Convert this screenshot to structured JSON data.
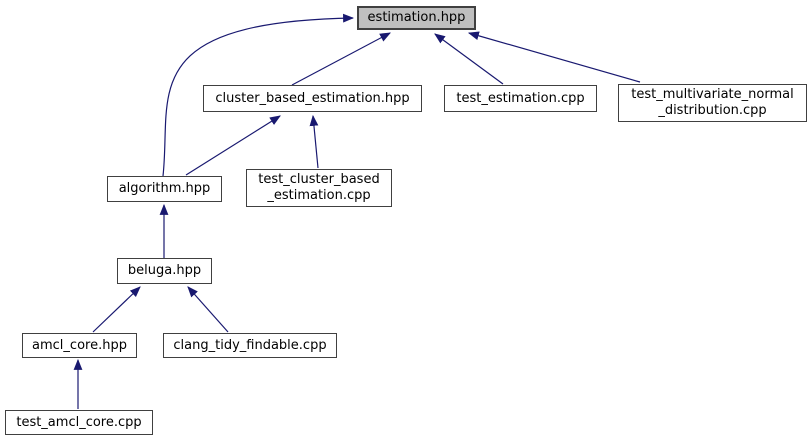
{
  "diagram": {
    "type": "include-dependency-graph",
    "nodes": [
      {
        "id": "estimation.hpp",
        "lines": [
          "estimation.hpp"
        ],
        "highlighted": true
      },
      {
        "id": "cluster_based_estimation.hpp",
        "lines": [
          "cluster_based_estimation.hpp"
        ],
        "highlighted": false
      },
      {
        "id": "test_estimation.cpp",
        "lines": [
          "test_estimation.cpp"
        ],
        "highlighted": false
      },
      {
        "id": "test_multivariate_normal_distribution.cpp",
        "lines": [
          "test_multivariate_normal",
          "_distribution.cpp"
        ],
        "highlighted": false
      },
      {
        "id": "algorithm.hpp",
        "lines": [
          "algorithm.hpp"
        ],
        "highlighted": false
      },
      {
        "id": "test_cluster_based_estimation.cpp",
        "lines": [
          "test_cluster_based",
          "_estimation.cpp"
        ],
        "highlighted": false
      },
      {
        "id": "beluga.hpp",
        "lines": [
          "beluga.hpp"
        ],
        "highlighted": false
      },
      {
        "id": "amcl_core.hpp",
        "lines": [
          "amcl_core.hpp"
        ],
        "highlighted": false
      },
      {
        "id": "clang_tidy_findable.cpp",
        "lines": [
          "clang_tidy_findable.cpp"
        ],
        "highlighted": false
      },
      {
        "id": "test_amcl_core.cpp",
        "lines": [
          "test_amcl_core.cpp"
        ],
        "highlighted": false
      }
    ],
    "edges": [
      {
        "from": "algorithm.hpp",
        "to": "estimation.hpp"
      },
      {
        "from": "cluster_based_estimation.hpp",
        "to": "estimation.hpp"
      },
      {
        "from": "test_estimation.cpp",
        "to": "estimation.hpp"
      },
      {
        "from": "test_multivariate_normal_distribution.cpp",
        "to": "estimation.hpp"
      },
      {
        "from": "algorithm.hpp",
        "to": "cluster_based_estimation.hpp"
      },
      {
        "from": "test_cluster_based_estimation.cpp",
        "to": "cluster_based_estimation.hpp"
      },
      {
        "from": "beluga.hpp",
        "to": "algorithm.hpp"
      },
      {
        "from": "amcl_core.hpp",
        "to": "beluga.hpp"
      },
      {
        "from": "clang_tidy_findable.cpp",
        "to": "beluga.hpp"
      },
      {
        "from": "test_amcl_core.cpp",
        "to": "amcl_core.hpp"
      }
    ],
    "colors": {
      "edge": "#191970",
      "node_fill": "#ffffff",
      "highlight_fill": "#bfbfbf",
      "border": "#404040",
      "background": "#ffffff"
    }
  }
}
